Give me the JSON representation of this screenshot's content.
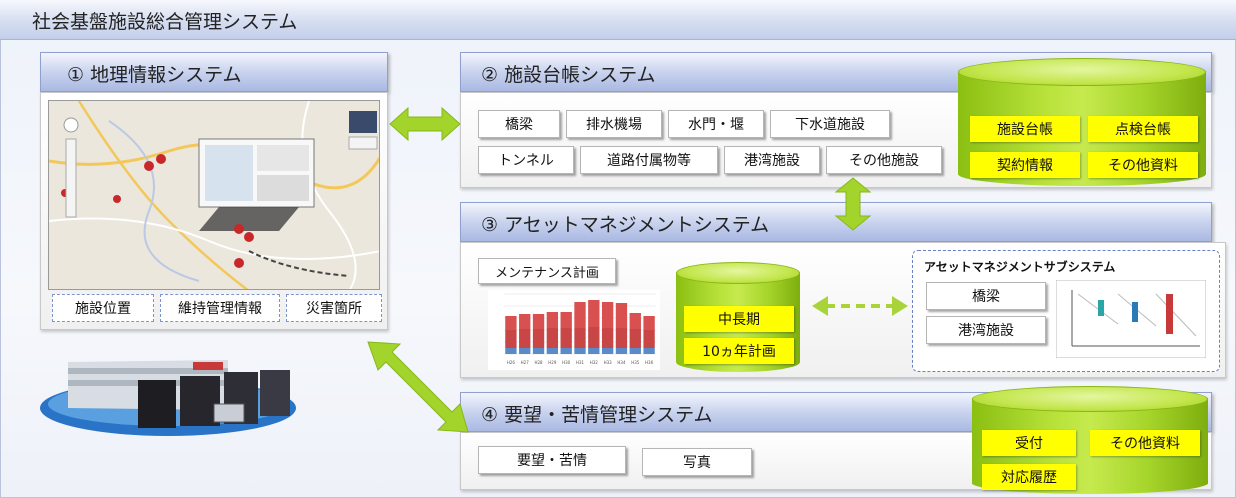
{
  "main_title": "社会基盤施設総合管理システム",
  "colors": {
    "accent_green": "#b8e23a",
    "label_yellow": "#ffff00",
    "header_blue": "#aab9e3"
  },
  "geo": {
    "title": "① 地理情報システム",
    "tags": [
      "施設位置",
      "維持管理情報",
      "災害箇所"
    ]
  },
  "ledger": {
    "title": "② 施設台帳システム",
    "items": [
      "橋梁",
      "排水機場",
      "水門・堰",
      "下水道施設",
      "トンネル",
      "道路付属物等",
      "港湾施設",
      "その他施設"
    ],
    "db_labels": [
      "施設台帳",
      "点検台帳",
      "契約情報",
      "その他資料"
    ]
  },
  "asset": {
    "title": "③ アセットマネジメントシステム",
    "plan_label": "メンテナンス計画",
    "db_labels": [
      "中長期",
      "10ヵ年計画"
    ],
    "sub_title": "アセットマネジメントサブシステム",
    "sub_items": [
      "橋梁",
      "港湾施設"
    ]
  },
  "complaint": {
    "title": "④ 要望・苦情管理システム",
    "items": [
      "要望・苦情",
      "写真"
    ],
    "db_labels": [
      "受付",
      "その他資料",
      "対応履歴"
    ]
  },
  "chart_data": {
    "type": "bar",
    "stacked": true,
    "categories": [
      "H26",
      "H27",
      "H28",
      "H29",
      "H30",
      "H31",
      "H32",
      "H33",
      "H34",
      "H35",
      "H36"
    ],
    "series": [
      {
        "values": [
          18,
          19,
          19,
          20,
          20,
          20,
          21,
          20,
          20,
          19,
          18
        ],
        "color": "#c84646"
      },
      {
        "values": [
          14,
          15,
          15,
          16,
          16,
          26,
          27,
          26,
          25,
          16,
          14
        ],
        "color": "#d85050"
      },
      {
        "values": [
          6,
          6,
          6,
          6,
          6,
          6,
          6,
          6,
          6,
          6,
          6
        ],
        "color": "#5a8ac8"
      }
    ],
    "ylim": [
      0,
      60
    ]
  }
}
